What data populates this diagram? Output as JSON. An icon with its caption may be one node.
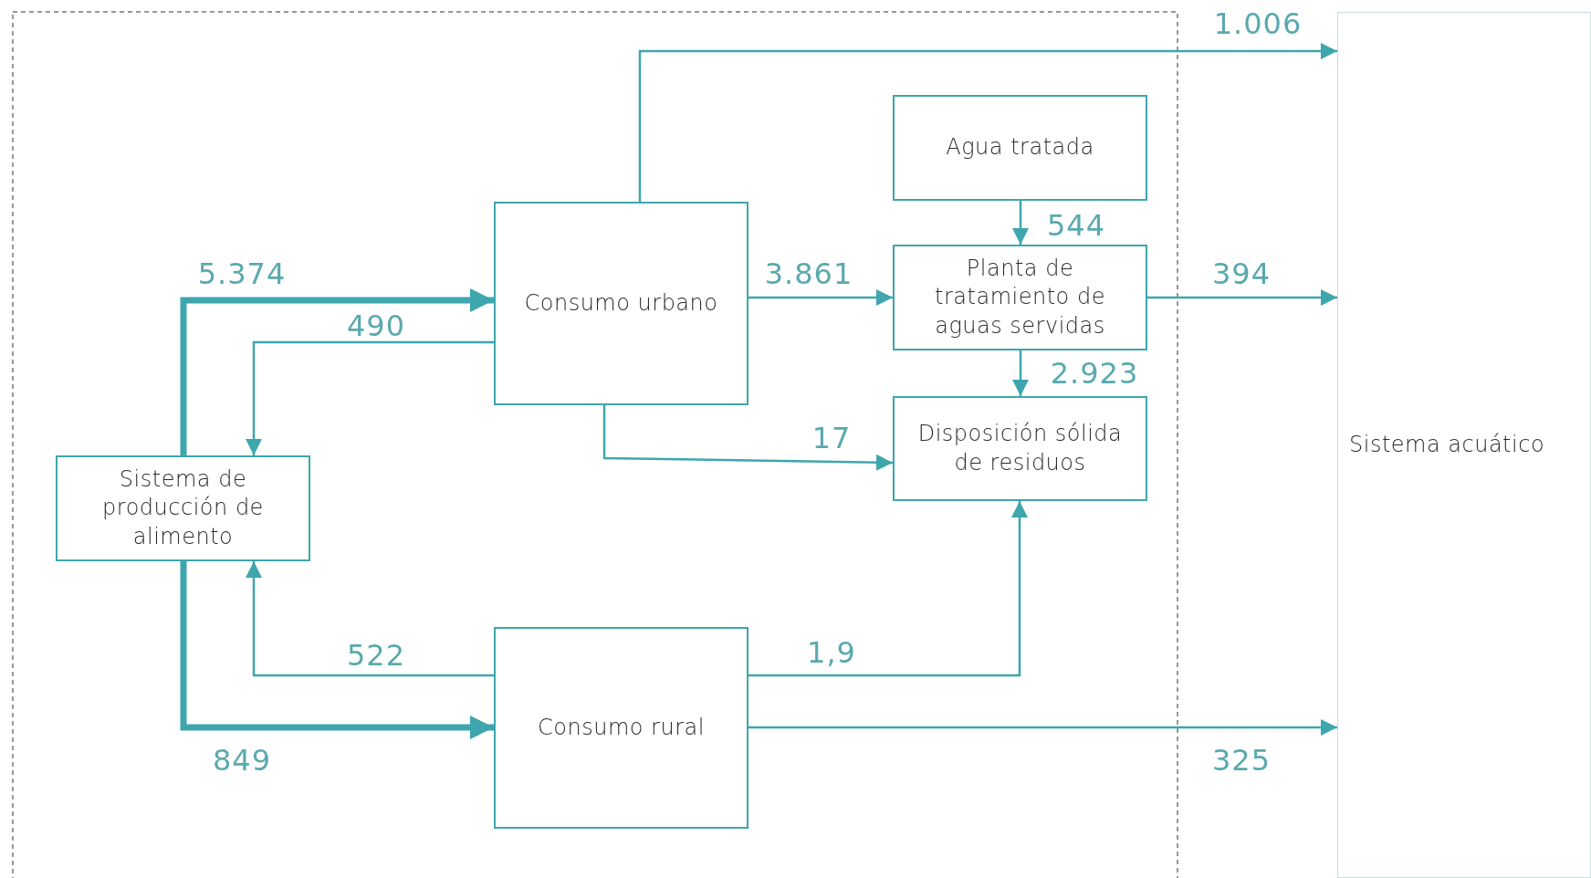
{
  "diagram": {
    "nodes": [
      {
        "text": [
          "Agua tratada"
        ]
      },
      {
        "text": [
          "Consumo urbano"
        ]
      },
      {
        "text": [
          "Planta de tratamiento de aguas servidas"
        ]
      },
      {
        "text": [
          "Disposición sólida de residuos"
        ]
      },
      {
        "text": [
          "Sistema de producción de alimento"
        ]
      },
      {
        "text": [
          "Consumo rural"
        ]
      },
      {
        "text": [
          "Sistema acuático"
        ]
      }
    ],
    "edges": [
      {
        "from": 1,
        "to": 6,
        "arrow": "to",
        "label": "1.006"
      },
      {
        "from": 4,
        "to": 1,
        "arrow": "to",
        "label": "5.374",
        "style": "thick"
      },
      {
        "from": 1,
        "to": 4,
        "arrow": "to",
        "label": "490"
      },
      {
        "from": 1,
        "to": 2,
        "arrow": "to",
        "label": "3.861"
      },
      {
        "from": 0,
        "to": 2,
        "arrow": "to",
        "label": "544"
      },
      {
        "from": 2,
        "to": 6,
        "arrow": "to",
        "label": "394"
      },
      {
        "from": 2,
        "to": 3,
        "arrow": "to",
        "label": "2.923"
      },
      {
        "from": 1,
        "to": 3,
        "arrow": "to",
        "label": "17"
      },
      {
        "from": 4,
        "to": 5,
        "arrow": "to",
        "label": "849",
        "style": "thick"
      },
      {
        "from": 5,
        "to": 4,
        "arrow": "to",
        "label": "522"
      },
      {
        "from": 5,
        "to": 3,
        "arrow": "to",
        "label": "1,9"
      },
      {
        "from": 5,
        "to": 6,
        "arrow": "to",
        "label": "325"
      }
    ]
  }
}
